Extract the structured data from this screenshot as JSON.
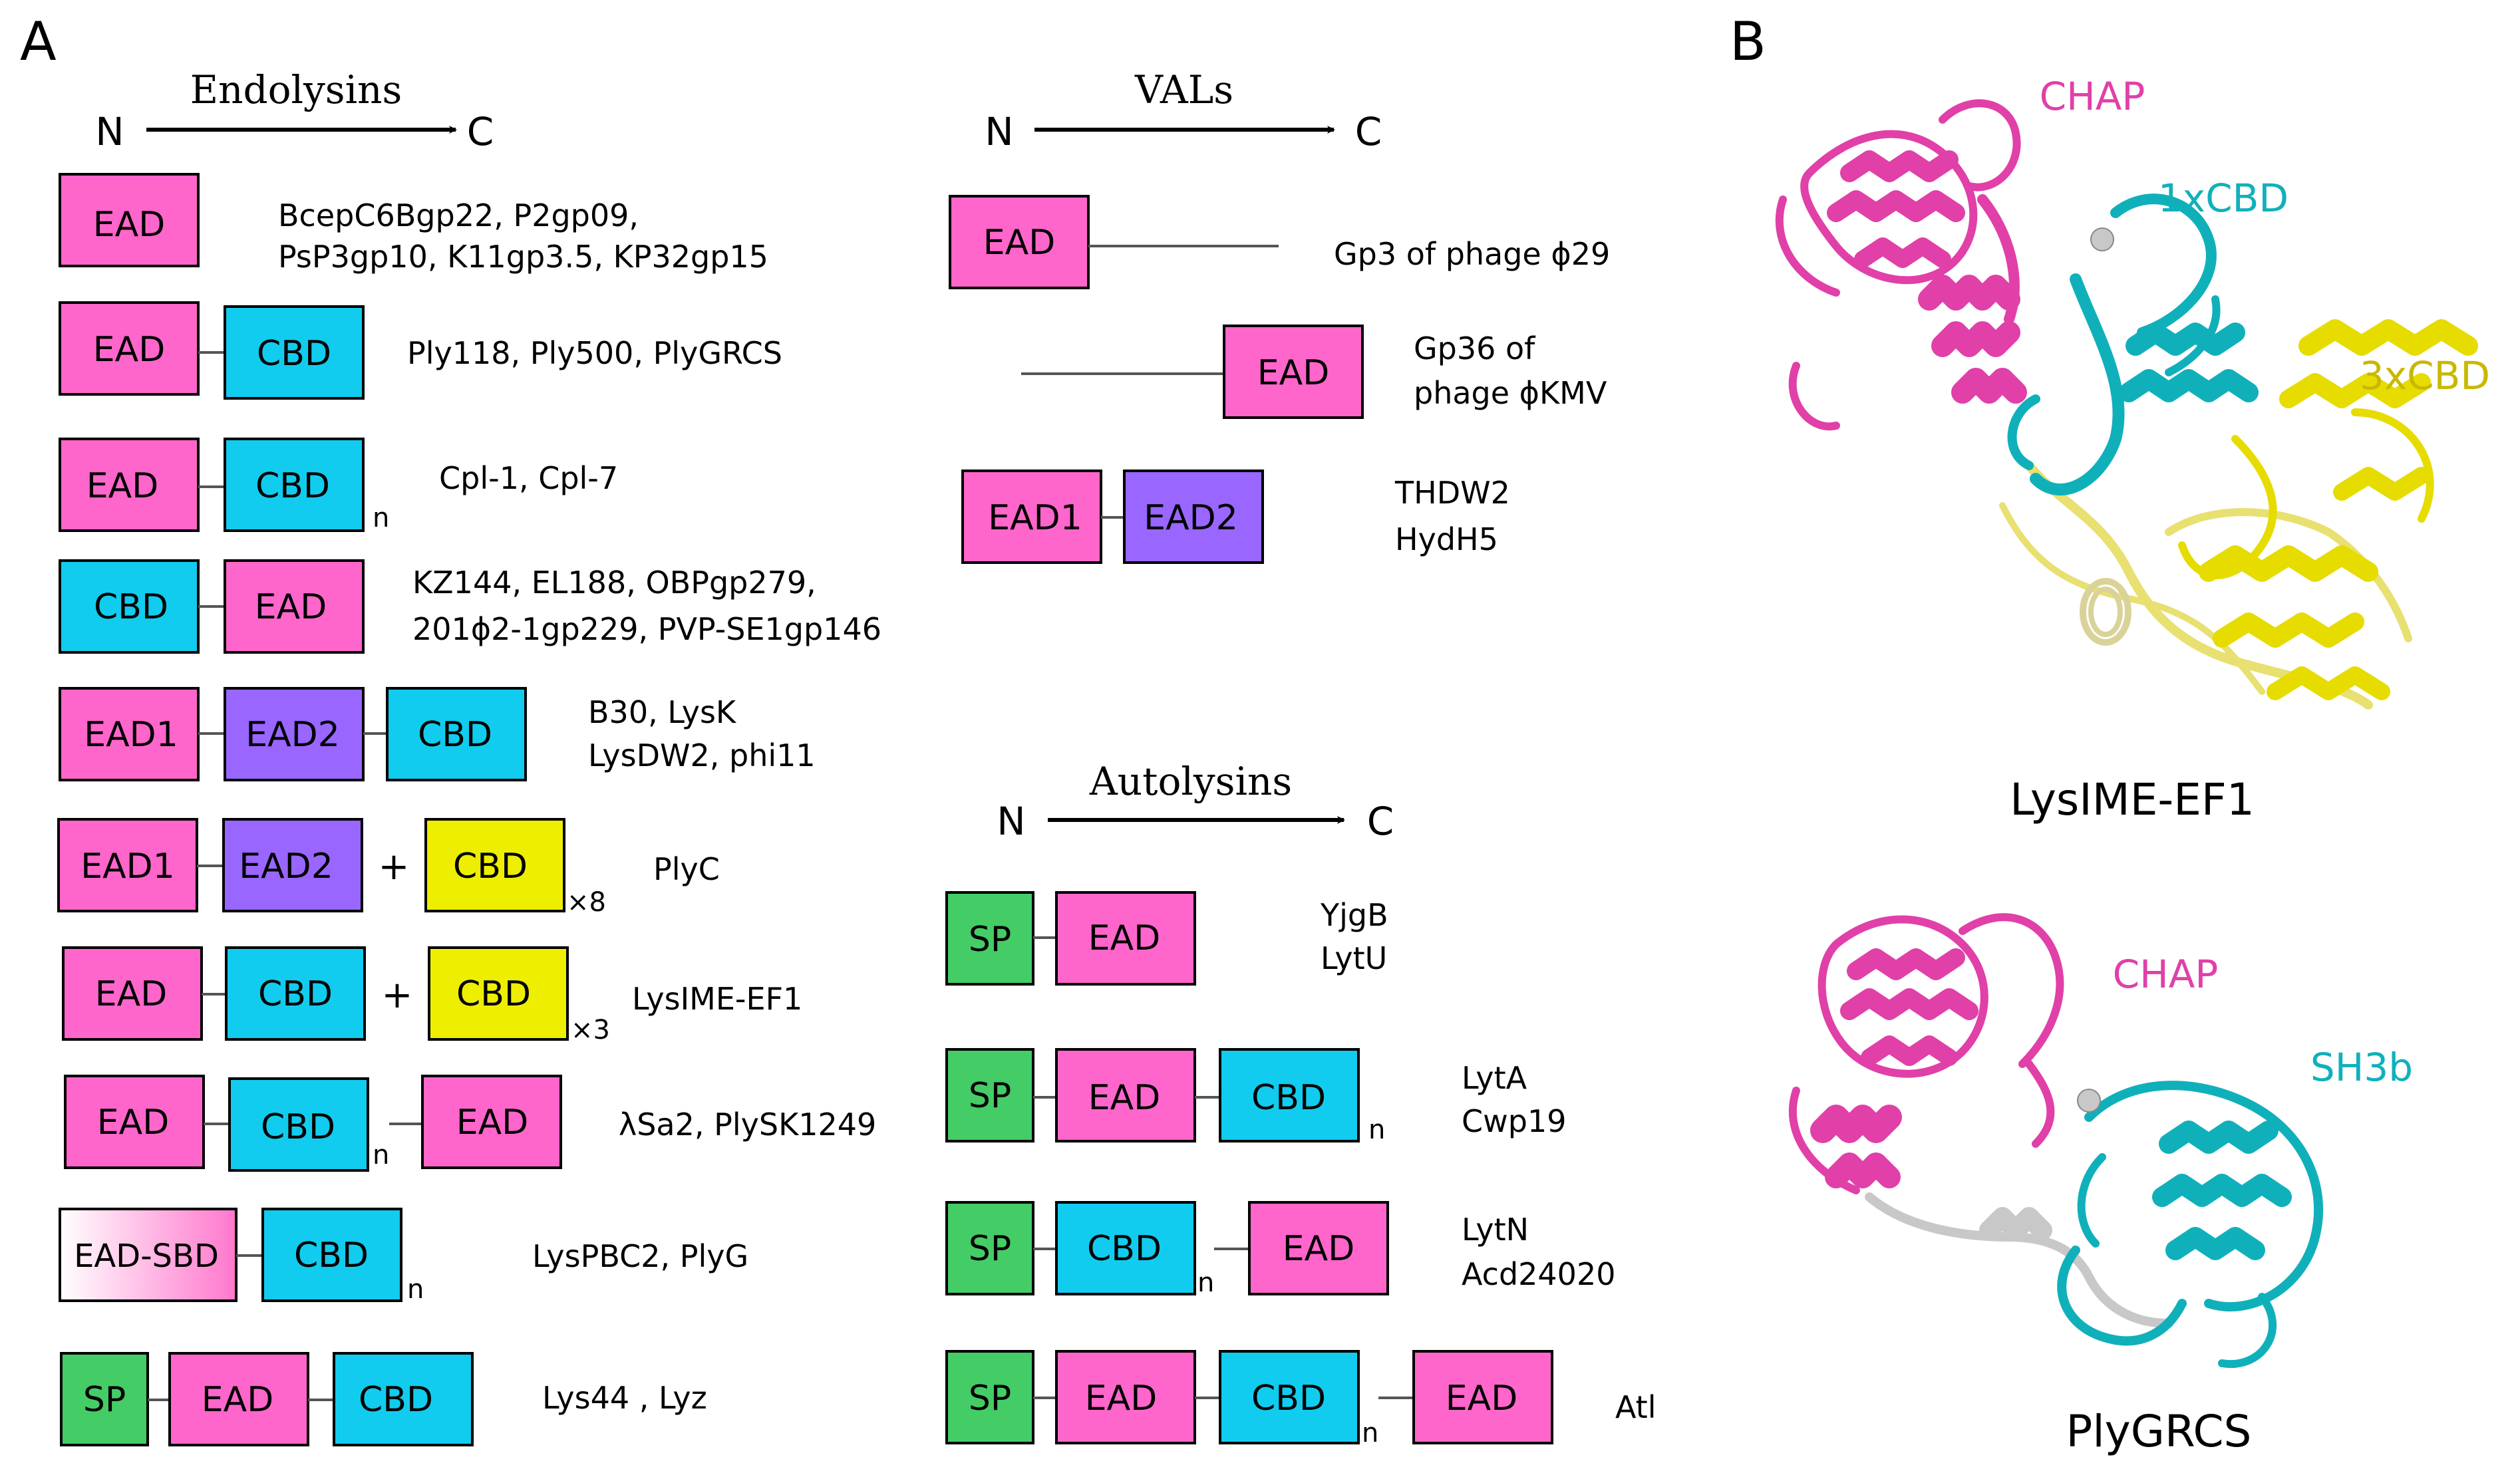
{
  "panel_labels": {
    "a": "A",
    "b": "B"
  },
  "colors": {
    "ead": "#ff66cc",
    "ead2": "#9966ff",
    "cbd": "#11ccee",
    "cbd_yellow": "#eeee00",
    "sp": "#44cc66",
    "ead_sbd_light": "#ffffff",
    "ead_sbd_dark": "#ff77cc",
    "chap": "#e040a8",
    "cbd_teal": "#10b0bb",
    "cbd_olive": "#c8b800",
    "loop_grey": "#c8c8c8"
  },
  "sections": {
    "endolysins": {
      "title": "Endolysins",
      "n": "N",
      "c": "C"
    },
    "vals": {
      "title": "VALs",
      "n": "N",
      "c": "C"
    },
    "autolysins": {
      "title": "Autolysins",
      "n": "N",
      "c": "C"
    }
  },
  "endolysin_rows": [
    {
      "domains": [
        "EAD"
      ],
      "names": [
        "BcepC6Bgp22, P2gp09,",
        "PsP3gp10, K11gp3.5, KP32gp15"
      ]
    },
    {
      "domains": [
        "EAD",
        "CBD"
      ],
      "names": [
        "Ply118, Ply500, PlyGRCS"
      ]
    },
    {
      "domains": [
        "EAD",
        "CBD"
      ],
      "subscript": "n",
      "names": [
        "Cpl-1, Cpl-7"
      ]
    },
    {
      "domains": [
        "CBD",
        "EAD"
      ],
      "names": [
        "KZ144, EL188, OBPgp279,",
        "201ϕ2-1gp229, PVP-SE1gp146"
      ]
    },
    {
      "domains": [
        "EAD1",
        "EAD2",
        "CBD"
      ],
      "names": [
        "B30, LysK",
        "LysDW2, phi11"
      ]
    },
    {
      "domains": [
        "EAD1",
        "EAD2",
        "CBD"
      ],
      "plus": "+",
      "multiplier": "×8",
      "names": [
        "PlyC"
      ]
    },
    {
      "domains": [
        "EAD",
        "CBD",
        "CBD"
      ],
      "plus": "+",
      "multiplier": "×3",
      "names": [
        "LysIME-EF1"
      ]
    },
    {
      "domains": [
        "EAD",
        "CBD",
        "EAD"
      ],
      "subscript": "n",
      "names": [
        "λSa2, PlySK1249"
      ]
    },
    {
      "domains": [
        "EAD-SBD",
        "CBD"
      ],
      "subscript": "n",
      "names": [
        "LysPBC2, PlyG"
      ]
    },
    {
      "domains": [
        "SP",
        "EAD",
        "CBD"
      ],
      "names": [
        "Lys44 , Lyz"
      ]
    }
  ],
  "val_rows": [
    {
      "domains": [
        "EAD"
      ],
      "names": [
        "Gp3 of phage ϕ29"
      ]
    },
    {
      "domains": [
        "EAD"
      ],
      "names": [
        "Gp36 of",
        "phage ϕKMV"
      ]
    },
    {
      "domains": [
        "EAD1",
        "EAD2"
      ],
      "names": [
        "THDW2",
        "HydH5"
      ]
    }
  ],
  "autolysin_rows": [
    {
      "domains": [
        "SP",
        "EAD"
      ],
      "names": [
        "YjgB",
        "LytU"
      ]
    },
    {
      "domains": [
        "SP",
        "EAD",
        "CBD"
      ],
      "subscript": "n",
      "names": [
        "LytA",
        "Cwp19"
      ]
    },
    {
      "domains": [
        "SP",
        "CBD",
        "EAD"
      ],
      "subscript": "n",
      "names": [
        "LytN",
        "Acd24020"
      ]
    },
    {
      "domains": [
        "SP",
        "EAD",
        "CBD",
        "EAD"
      ],
      "subscript": "n",
      "names": [
        "Atl"
      ]
    }
  ],
  "structures": [
    {
      "name": "LysIME-EF1",
      "labels": [
        "CHAP",
        "1xCBD",
        "3xCBD"
      ]
    },
    {
      "name": "PlyGRCS",
      "labels": [
        "CHAP",
        "SH3b"
      ]
    }
  ]
}
